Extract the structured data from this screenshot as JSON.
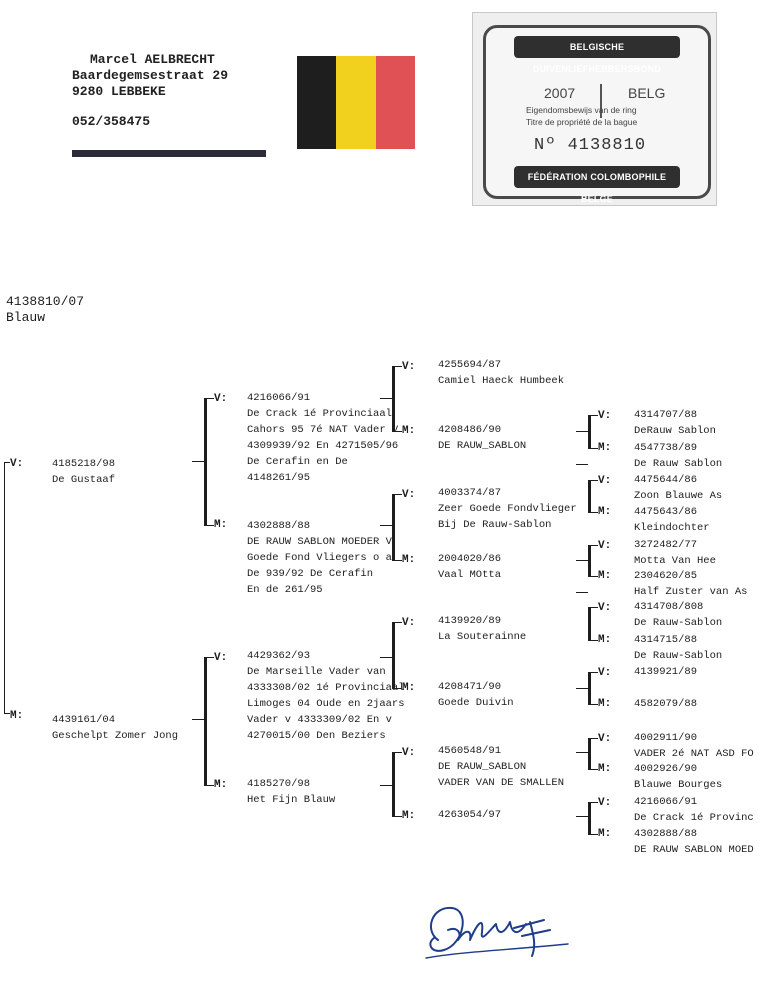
{
  "owner": {
    "name": "Marcel AELBRECHT",
    "street": "Baardegemsestraat 29",
    "city": "9280  LEBBEKE",
    "phone": "052/358475"
  },
  "flag": {
    "colors": [
      "#1e1e1e",
      "#f2d01e",
      "#e05156"
    ],
    "name": "belgium-flag"
  },
  "ring_card": {
    "header": "BELGISCHE DUIVENLIEFHEBBERSBOND",
    "year": "2007",
    "country": "BELG",
    "title_nl": "Eigendomsbewijs van de ring",
    "title_fr": "Titre de propriété de la bague",
    "number": "Nº 4138810",
    "footer": "FÉDÉRATION COLOMBOPHILE BELGE"
  },
  "subject": {
    "ring": "4138810/07",
    "color": "Blauw"
  },
  "labels": {
    "v": "V:",
    "m": "M:"
  },
  "gen1": {
    "sire": {
      "ring": "4185218/98",
      "lines": [
        "De Gustaaf"
      ]
    },
    "dam": {
      "ring": "4439161/04",
      "lines": [
        "Geschelpt Zomer Jong"
      ]
    }
  },
  "gen2": {
    "ss": {
      "ring": "4216066/91",
      "lines": [
        "De Crack 1é Provinciaal",
        "Cahors 95 7é NAT Vader V",
        "4309939/92 En 4271505/96",
        "De Cerafin en De",
        "4148261/95"
      ]
    },
    "sd": {
      "ring": "4302888/88",
      "lines": [
        "DE RAUW SABLON MOEDER V",
        "Goede Fond Vliegers o a",
        "De 939/92 De Cerafin",
        "En de 261/95"
      ]
    },
    "ds": {
      "ring": "4429362/93",
      "lines": [
        "De Marseille Vader van",
        "4333308/02 1é Provinciaal",
        "Limoges 04 Oude en 2jaars",
        "Vader v 4333309/02 En v",
        "4270015/00 Den Beziers"
      ]
    },
    "dd": {
      "ring": "4185270/98",
      "lines": [
        "Het Fijn Blauw"
      ]
    }
  },
  "gen3": {
    "sss": {
      "ring": "4255694/87",
      "lines": [
        "Camiel Haeck Humbeek"
      ]
    },
    "ssd": {
      "ring": "4208486/90",
      "lines": [
        "DE RAUW_SABLON"
      ]
    },
    "sds": {
      "ring": "4003374/87",
      "lines": [
        "Zeer Goede Fondvlieger",
        "Bij De Rauw-Sablon"
      ]
    },
    "sdd": {
      "ring": "2004020/86",
      "lines": [
        "Vaal MOtta"
      ]
    },
    "dss": {
      "ring": "4139920/89",
      "lines": [
        "La Souterainne"
      ]
    },
    "dsd": {
      "ring": "4208471/90",
      "lines": [
        "Goede Duivin"
      ]
    },
    "dds": {
      "ring": "4560548/91",
      "lines": [
        "DE RAUW_SABLON",
        "VADER VAN DE SMALLEN"
      ]
    },
    "ddd": {
      "ring": "4263054/97",
      "lines": []
    }
  },
  "gen4": [
    {
      "v_ring": "4314707/88",
      "v_name": "DeRauw Sablon",
      "m_ring": "4547738/89",
      "m_name": "De Rauw Sablon"
    },
    {
      "v_ring": "4475644/86",
      "v_name": "Zoon Blauwe As",
      "m_ring": "4475643/86",
      "m_name": "Kleindochter"
    },
    {
      "v_ring": "3272482/77",
      "v_name": "Motta Van Hee",
      "m_ring": "2304620/85",
      "m_name": "Half Zuster van As"
    },
    {
      "v_ring": "4314708/808",
      "v_name": "De Rauw-Sablon",
      "m_ring": "4314715/88",
      "m_name": "De Rauw-Sablon"
    },
    {
      "v_ring": "4139921/89",
      "v_name": "",
      "m_ring": "4582079/88",
      "m_name": ""
    },
    {
      "v_ring": "4002911/90",
      "v_name": "VADER 2é NAT ASD FO",
      "m_ring": "4002926/90",
      "m_name": "Blauwe Bourges"
    },
    {
      "v_ring": "4216066/91",
      "v_name": "De Crack 1é Provinc",
      "m_ring": "4302888/88",
      "m_name": "DE RAUW SABLON MOED"
    }
  ],
  "signature": {
    "text": "Outt..."
  }
}
